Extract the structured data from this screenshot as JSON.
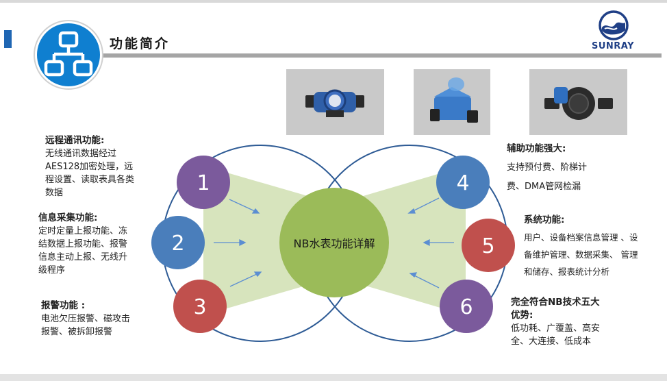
{
  "header": {
    "title": "功能简介",
    "logo_text": "SUNRAY"
  },
  "center_label": "NB水表功能详解",
  "badges": [
    "1",
    "2",
    "3",
    "4",
    "5",
    "6"
  ],
  "colors": {
    "purple": "#7b5a9c",
    "blue": "#4a7ebb",
    "red": "#c0504d",
    "green": "#9bbb59",
    "fan": "#d7e4bd",
    "accent": "#1f66b3"
  },
  "features": [
    {
      "title": "远程通讯功能:",
      "lines": [
        "无线通讯数据经过",
        "AES128加密处理，远",
        "程设置、读取表具各类",
        "数据"
      ]
    },
    {
      "title": "信息采集功能:",
      "lines": [
        "定时定量上报功能、冻",
        "结数据上报功能、报警",
        "信息主动上报、无线升",
        "级程序"
      ]
    },
    {
      "title": "报警功能 :",
      "lines": [
        "电池欠压报警、磁攻击",
        "报警、被拆卸报警"
      ]
    },
    {
      "title": "辅助功能强大:",
      "lines": [
        "支持预付费、阶梯计",
        "费、DMA管网检漏"
      ]
    },
    {
      "title": "系统功能:",
      "lines": [
        "用户、设备档案信息管理 、设",
        "备维护管理、数据采集、 管理",
        "和储存、报表统计分析"
      ]
    },
    {
      "title": "完全符合NB技术五大",
      "lines": [
        "优势:",
        "低功耗、广覆盖、高安",
        "全、大连接、低成本"
      ]
    }
  ]
}
